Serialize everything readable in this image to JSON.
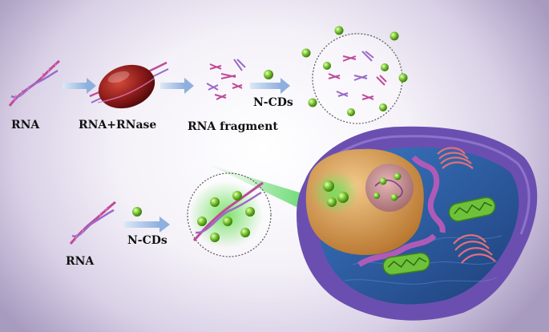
{
  "labels": {
    "rna_top": "RNA",
    "rna_rnase": "RNA+RNase",
    "rna_fragment": "RNA fragment",
    "ncds_top": "N-CDs",
    "rna_bottom": "RNA",
    "ncds_bottom": "N-CDs"
  },
  "icons": {
    "dot": "green-carbon-dot-icon",
    "arrow": "process-arrow-icon"
  },
  "colors": {
    "rna_strand": "#c04a9a",
    "rnase": "#8b1a1a",
    "carbon_dot": "#7cc832",
    "glow": "#6ee05a",
    "arrow": "#a9c4e8",
    "cell_membrane": "#6b4fb0",
    "nucleus": "#d9a050",
    "cytoplasm": "#2f5ea8",
    "mitochondria": "#6dc23a",
    "er": "#b05ab8"
  }
}
